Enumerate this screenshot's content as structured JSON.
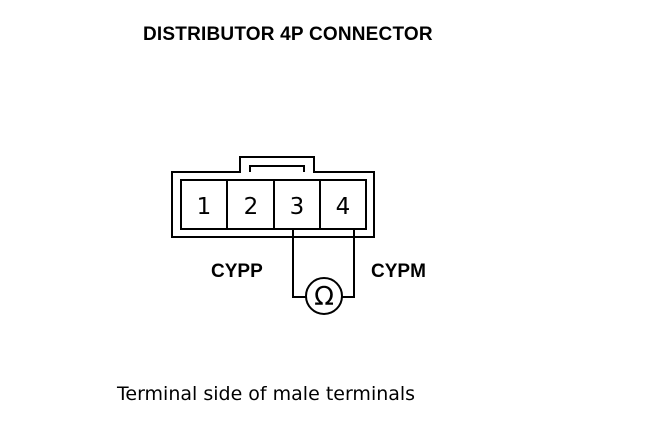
{
  "title": "DISTRIBUTOR 4P CONNECTOR",
  "connector": {
    "pins": [
      "1",
      "2",
      "3",
      "4"
    ]
  },
  "wires": {
    "left_label": "CYPP",
    "right_label": "CYPM"
  },
  "meter": {
    "symbol": "Ω",
    "icon": "ohmmeter-icon"
  },
  "caption": "Terminal side of male terminals",
  "colors": {
    "ink": "#000000",
    "background": "#ffffff"
  }
}
